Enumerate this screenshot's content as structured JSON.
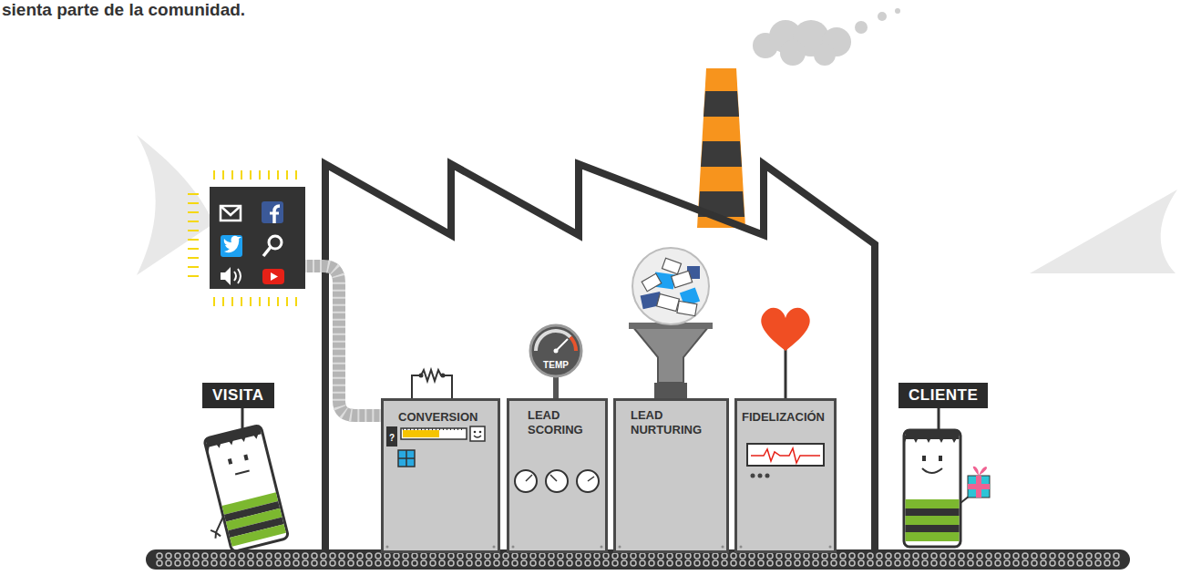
{
  "diagram": {
    "nodes": [
      {
        "text": [
          "VISITA"
        ]
      },
      {
        "text": [
          "CONVERSION"
        ]
      },
      {
        "text": [
          "TEMP"
        ]
      },
      {
        "text": [
          "LEAD SCORING"
        ]
      },
      {
        "text": [
          "LEAD NURTURING"
        ]
      },
      {
        "text": [
          "FIDELIZACIÓN"
        ]
      },
      {
        "text": [
          "CLIENTE"
        ]
      }
    ],
    "labels": [
      "sienta parte de la comunidad.",
      "?"
    ]
  }
}
